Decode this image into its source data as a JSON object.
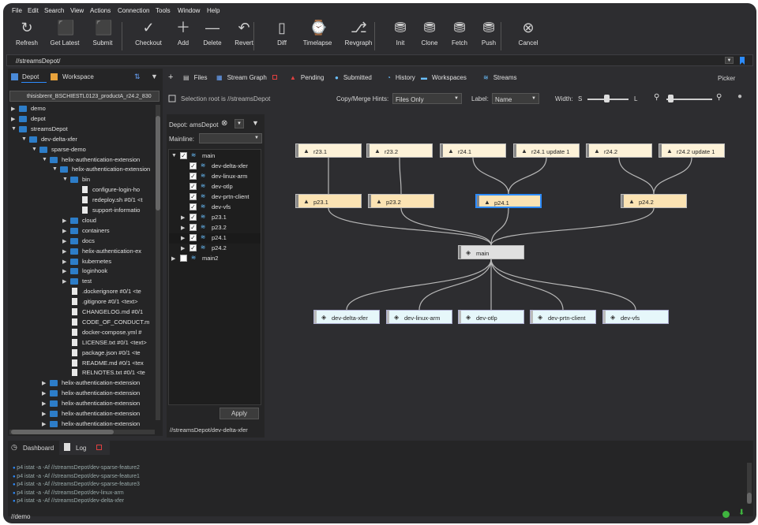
{
  "menu": [
    "File",
    "Edit",
    "Search",
    "View",
    "Actions",
    "Connection",
    "Tools",
    "Window",
    "Help"
  ],
  "toolbar": [
    "Refresh",
    "Get Latest",
    "Submit",
    "Checkout",
    "Add",
    "Delete",
    "Revert",
    "Diff",
    "Timelapse",
    "Revgraph",
    "Init",
    "Clone",
    "Fetch",
    "Push",
    "Cancel"
  ],
  "path": "//streamsDepot/",
  "left": {
    "tab_depot": "Depot",
    "tab_workspace": "Workspace",
    "workspace": "thisisbrent_BSCHIESTL0123_productA_r24.2_830",
    "tree": [
      {
        "d": 0,
        "t": "demo",
        "k": "depot",
        "ex": false
      },
      {
        "d": 0,
        "t": "depot",
        "k": "depot",
        "ex": false
      },
      {
        "d": 0,
        "t": "streamsDepot",
        "k": "depot",
        "ex": true
      },
      {
        "d": 1,
        "t": "dev-delta-xfer",
        "k": "stream",
        "ex": true
      },
      {
        "d": 2,
        "t": "sparse-demo",
        "k": "folder",
        "ex": true
      },
      {
        "d": 3,
        "t": "helix-authentication-extension",
        "k": "folder",
        "ex": true
      },
      {
        "d": 4,
        "t": "helix-authentication-extension",
        "k": "folder",
        "ex": true
      },
      {
        "d": 5,
        "t": "bin",
        "k": "folder",
        "ex": true
      },
      {
        "d": 6,
        "t": "configure-login-ho",
        "k": "file"
      },
      {
        "d": 6,
        "t": "redeploy.sh #0/1 <t",
        "k": "file"
      },
      {
        "d": 6,
        "t": "support-informatio",
        "k": "file"
      },
      {
        "d": 5,
        "t": "cloud",
        "k": "folder",
        "ex": false
      },
      {
        "d": 5,
        "t": "containers",
        "k": "folder",
        "ex": false
      },
      {
        "d": 5,
        "t": "docs",
        "k": "folder",
        "ex": false
      },
      {
        "d": 5,
        "t": "helix-authentication-ex",
        "k": "folder",
        "ex": false
      },
      {
        "d": 5,
        "t": "kubernetes",
        "k": "folder",
        "ex": false
      },
      {
        "d": 5,
        "t": "loginhook",
        "k": "folder",
        "ex": false
      },
      {
        "d": 5,
        "t": "test",
        "k": "folder",
        "ex": false
      },
      {
        "d": 5,
        "t": ".dockerignore #0/1 <te",
        "k": "file"
      },
      {
        "d": 5,
        "t": ".gitignore #0/1 <text>",
        "k": "file"
      },
      {
        "d": 5,
        "t": "CHANGELOG.md #0/1",
        "k": "file"
      },
      {
        "d": 5,
        "t": "CODE_OF_CONDUCT.m",
        "k": "file"
      },
      {
        "d": 5,
        "t": "docker-compose.yml #",
        "k": "file"
      },
      {
        "d": 5,
        "t": "LICENSE.txt #0/1 <text>",
        "k": "file"
      },
      {
        "d": 5,
        "t": "package.json #0/1 <te",
        "k": "file"
      },
      {
        "d": 5,
        "t": "README.md #0/1 <tex",
        "k": "file"
      },
      {
        "d": 5,
        "t": "RELNOTES.txt #0/1 <te",
        "k": "file"
      },
      {
        "d": 3,
        "t": "helix-authentication-extension",
        "k": "folder",
        "ex": false
      },
      {
        "d": 3,
        "t": "helix-authentication-extension",
        "k": "folder",
        "ex": false
      },
      {
        "d": 3,
        "t": "helix-authentication-extension",
        "k": "folder",
        "ex": false
      },
      {
        "d": 3,
        "t": "helix-authentication-extension",
        "k": "folder",
        "ex": false
      },
      {
        "d": 3,
        "t": "helix-authentication-extension",
        "k": "folder",
        "ex": false
      }
    ]
  },
  "tabs": [
    "Files",
    "Stream Graph",
    "Pending",
    "Submitted",
    "History",
    "Workspaces",
    "Streams"
  ],
  "picker": "Picker",
  "ctl": {
    "selection_root": "Selection root is //streamsDepot",
    "hints_label": "Copy/Merge Hints:",
    "hints_value": "Files Only",
    "label_label": "Label:",
    "label_value": "Name",
    "width_label": "Width:",
    "s": "S",
    "l": "L"
  },
  "filter": {
    "depot_label": "Depot:",
    "depot_value": "amsDepot",
    "mainline_label": "Mainline:",
    "apply": "Apply",
    "footer": "//streamsDepot/dev-delta-xfer",
    "items": [
      {
        "d": 0,
        "t": "main",
        "c": true,
        "ex": true
      },
      {
        "d": 1,
        "t": "dev-delta-xfer",
        "c": true
      },
      {
        "d": 1,
        "t": "dev-linux-arm",
        "c": true
      },
      {
        "d": 1,
        "t": "dev-otlp",
        "c": true
      },
      {
        "d": 1,
        "t": "dev-prtn-client",
        "c": true
      },
      {
        "d": 1,
        "t": "dev-vfs",
        "c": true
      },
      {
        "d": 1,
        "t": "p23.1",
        "c": true,
        "ex": false
      },
      {
        "d": 1,
        "t": "p23.2",
        "c": true,
        "ex": false
      },
      {
        "d": 1,
        "t": "p24.1",
        "c": true,
        "ex": false,
        "sel": true
      },
      {
        "d": 1,
        "t": "p24.2",
        "c": true,
        "ex": false
      },
      {
        "d": 0,
        "t": "main2",
        "c": false,
        "ex": false
      }
    ]
  },
  "graph": {
    "rel": [
      "r23.1",
      "r23.2",
      "r24.1",
      "r24.1 update 1",
      "r24.2",
      "r24.2 update 1"
    ],
    "p": [
      "p23.1",
      "p23.2",
      "p24.1",
      "p24.2"
    ],
    "main": "main",
    "dev": [
      "dev-delta-xfer",
      "dev-linux-arm",
      "dev-otlp",
      "dev-prtn-client",
      "dev-vfs"
    ]
  },
  "bottom": {
    "tab_dashboard": "Dashboard",
    "tab_log": "Log",
    "log": [
      "p4 istat -a -Af //streamsDepot/dev-sparse-feature2",
      "p4 istat -a -Af //streamsDepot/dev-sparse-feature1",
      "p4 istat -a -Af //streamsDepot/dev-sparse-feature3",
      "p4 istat -a -Af //streamsDepot/dev-linux-arm",
      "p4 istat -a -Af //streamsDepot/dev-delta-xfer"
    ]
  },
  "status": "//demo"
}
